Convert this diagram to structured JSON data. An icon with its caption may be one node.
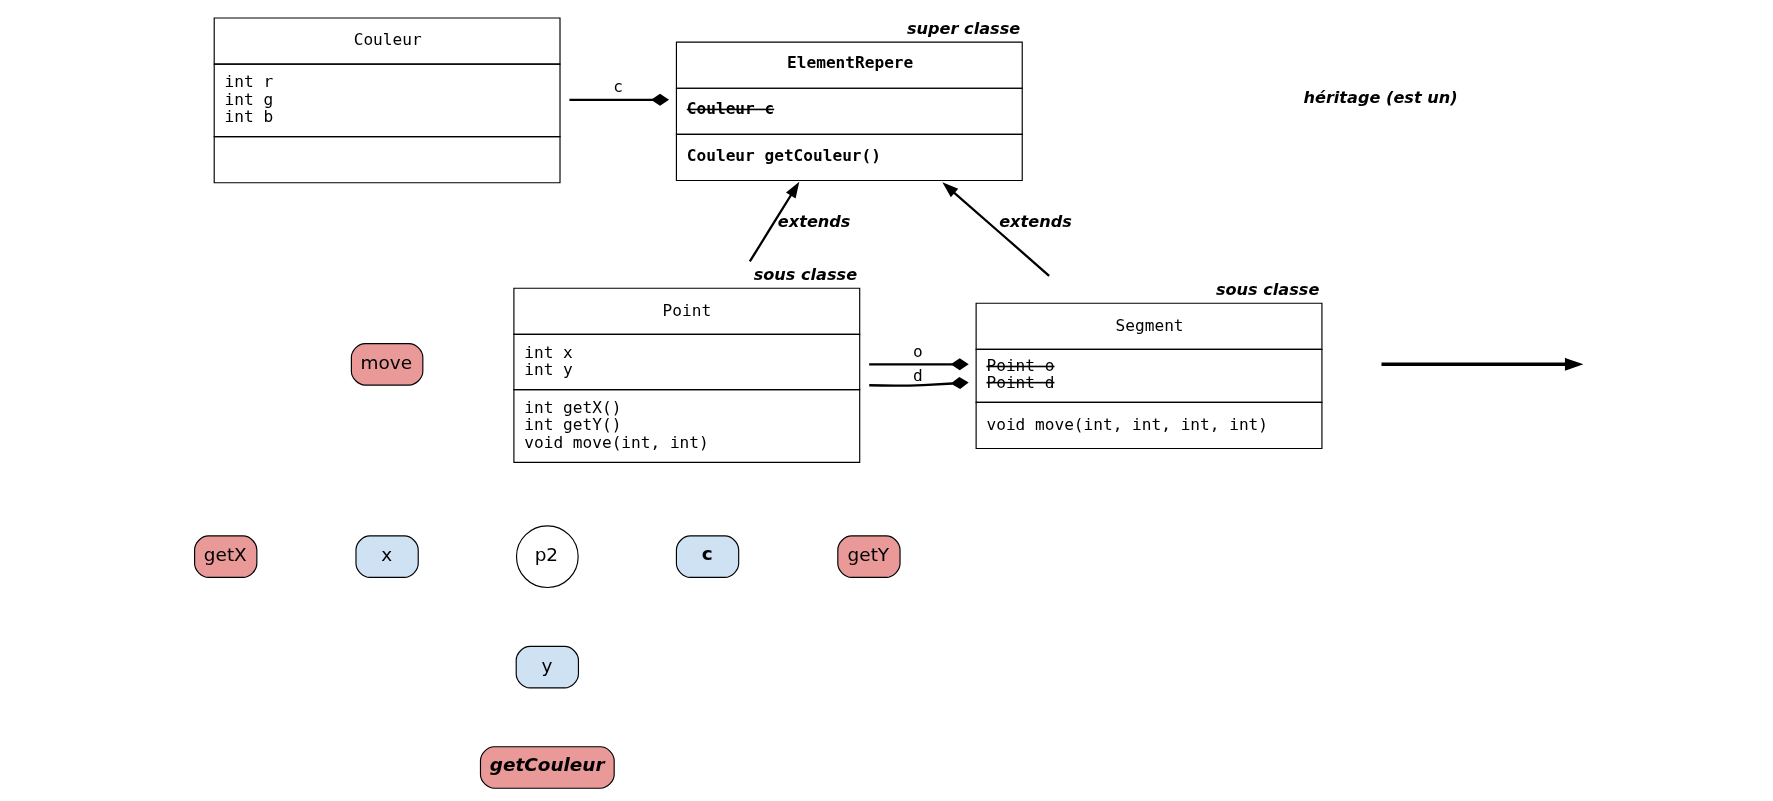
{
  "diagram": {
    "nodes": [
      {
        "text": [
          "Couleur",
          "int r",
          "int g",
          "int b"
        ]
      },
      {
        "text": [
          "ElementRepere",
          "Couleur c",
          "Couleur getCouleur()"
        ],
        "beside": [
          "super classe"
        ]
      },
      {
        "text": [
          "Point",
          "int x",
          "int y",
          "int getX()",
          "int getY()",
          "void move(int, int)"
        ],
        "beside": [
          "sous classe"
        ]
      },
      {
        "text": [
          "Segment",
          "Point o",
          "Point d",
          "void move(int, int, int, int)"
        ],
        "beside": [
          "sous classe"
        ]
      },
      {
        "text": [
          "move"
        ]
      },
      {
        "text": [
          "getX"
        ]
      },
      {
        "text": [
          "getY"
        ]
      },
      {
        "text": [
          "getCouleur"
        ]
      },
      {
        "text": [
          "x"
        ]
      },
      {
        "text": [
          "c"
        ]
      },
      {
        "text": [
          "y"
        ]
      },
      {
        "text": [
          "p2"
        ]
      }
    ],
    "edges": [
      {
        "from": 0,
        "to": 1,
        "arrow": "other",
        "label": "c"
      },
      {
        "from": 2,
        "to": 1,
        "arrow": "to",
        "label": "extends"
      },
      {
        "from": 3,
        "to": 1,
        "arrow": "to",
        "label": "extends"
      },
      {
        "from": 2,
        "to": 3,
        "arrow": "other",
        "label": "o"
      },
      {
        "from": 2,
        "to": 3,
        "arrow": "other",
        "label": "d"
      }
    ],
    "legend": [
      {
        "text": "héritage (est un)"
      }
    ]
  }
}
